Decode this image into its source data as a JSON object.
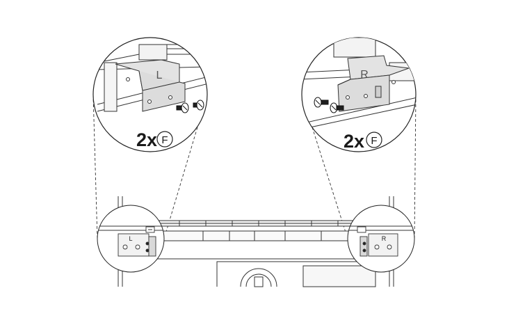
{
  "left_detail": {
    "bracket_letter": "L",
    "quantity": "2x",
    "part_letter": "F"
  },
  "right_detail": {
    "bracket_letter": "R",
    "quantity": "2x",
    "part_letter": "F"
  },
  "overview": {
    "left_bracket_letter": "L",
    "right_bracket_letter": "R"
  },
  "colors": {
    "line": "#222222",
    "bracket_fill": "#e3e3e3",
    "panel_fill": "#f2f2f2",
    "screw_dark": "#1f1f1f"
  }
}
